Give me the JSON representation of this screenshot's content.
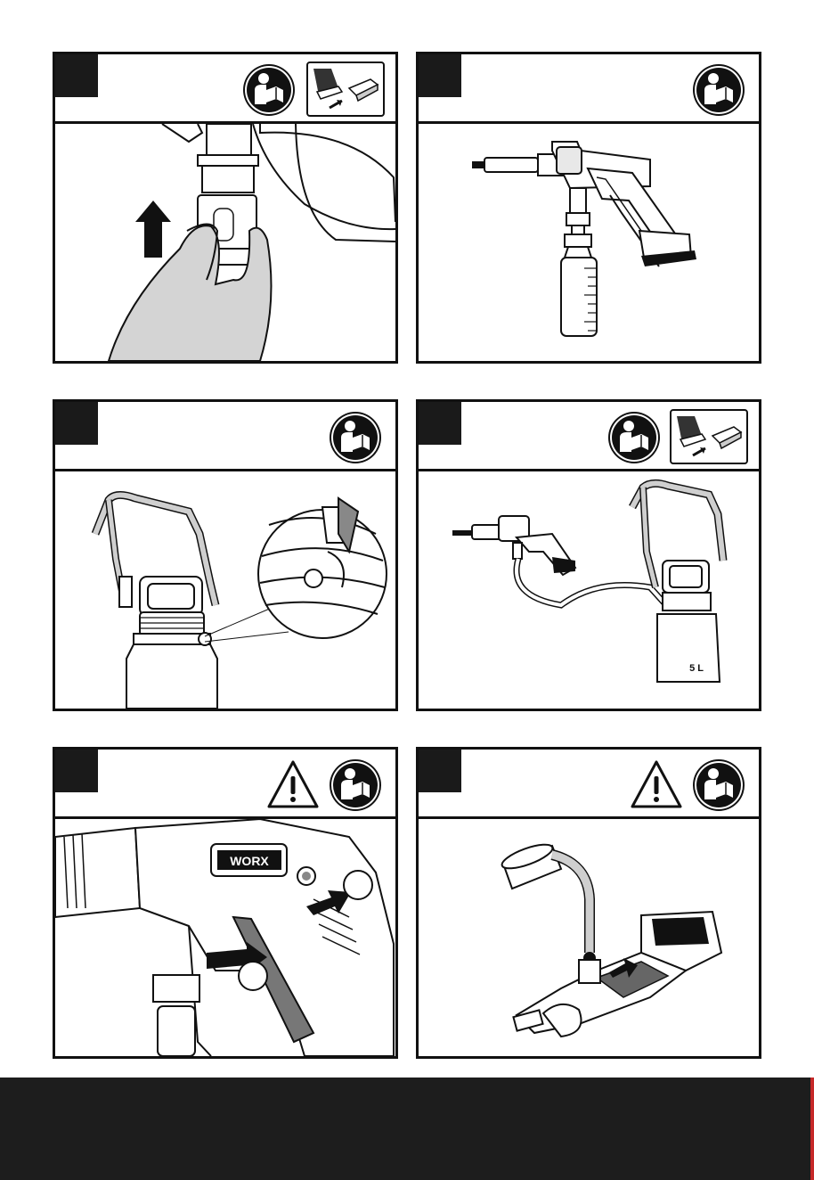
{
  "panels": [
    {
      "id": "p1",
      "step_number": "",
      "icons": [
        "read-manual-icon",
        "remove-battery-icon"
      ],
      "label": ""
    },
    {
      "id": "p2",
      "step_number": "",
      "icons": [
        "read-manual-icon"
      ],
      "label": ""
    },
    {
      "id": "p3",
      "step_number": "",
      "icons": [
        "read-manual-icon"
      ],
      "label": ""
    },
    {
      "id": "p4",
      "step_number": "",
      "icons": [
        "read-manual-icon",
        "remove-battery-icon"
      ],
      "label": "5 L"
    },
    {
      "id": "p5",
      "step_number": "",
      "icons": [
        "warning-icon",
        "read-manual-icon"
      ],
      "label": "WORX"
    },
    {
      "id": "p6",
      "step_number": "",
      "icons": [
        "warning-icon",
        "read-manual-icon"
      ],
      "label": ""
    }
  ],
  "colors": {
    "ink": "#111111",
    "fill_gray": "#d4d4d4",
    "footer": "#1d1d1d",
    "accent": "#c62828"
  }
}
